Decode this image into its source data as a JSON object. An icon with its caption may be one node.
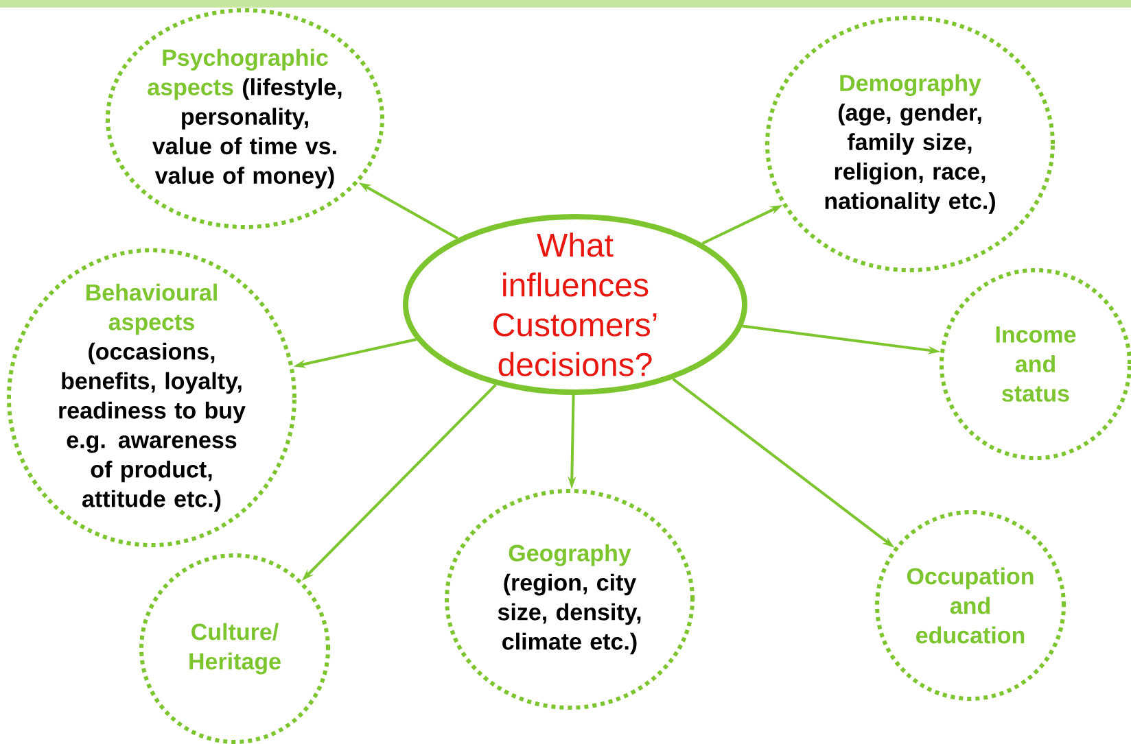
{
  "diagram": {
    "nodes": [
      {
        "text": [
          "What influences Customers’ decisions?"
        ]
      },
      {
        "text": [
          "Psychographic aspects",
          "(lifestyle, personality, value of time vs. value of money)"
        ]
      },
      {
        "text": [
          "Demography",
          "(age, gender, family size, religion, race, nationality etc.)"
        ]
      },
      {
        "text": [
          "Behavioural aspects",
          "(occasions, benefits, loyalty, readiness to buy e.g. awareness of product, attitude etc.)"
        ]
      },
      {
        "text": [
          "Income and status"
        ]
      },
      {
        "text": [
          "Culture/ Heritage"
        ]
      },
      {
        "text": [
          "Geography",
          "(region, city size, density, climate etc.)"
        ]
      },
      {
        "text": [
          "Occupation and education"
        ]
      }
    ],
    "edges": [
      {
        "from": 0,
        "to": 1,
        "arrow": "to"
      },
      {
        "from": 0,
        "to": 2,
        "arrow": "to"
      },
      {
        "from": 0,
        "to": 3,
        "arrow": "to"
      },
      {
        "from": 0,
        "to": 4,
        "arrow": "to"
      },
      {
        "from": 0,
        "to": 5,
        "arrow": "to"
      },
      {
        "from": 0,
        "to": 6,
        "arrow": "to"
      },
      {
        "from": 0,
        "to": 7,
        "arrow": "to"
      }
    ]
  }
}
